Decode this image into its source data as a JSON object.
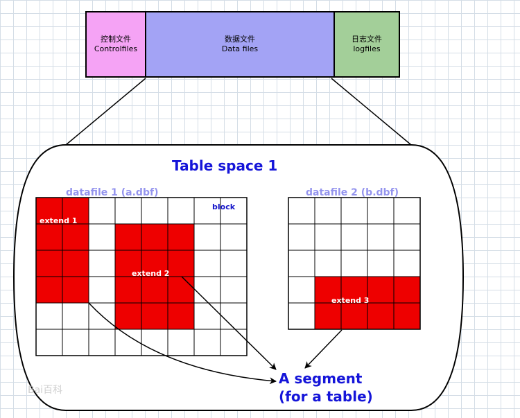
{
  "top_bar": {
    "control": {
      "zh": "控制文件",
      "en": "Controlfiles"
    },
    "data": {
      "zh": "数据文件",
      "en": "Data files"
    },
    "log": {
      "zh": "日志文件",
      "en": "logfiles"
    }
  },
  "tablespace": {
    "title": "Table space 1"
  },
  "datafile1": {
    "label": "datafile 1 (a.dbf)",
    "block_label": "block",
    "extend1_label": "extend 1",
    "extend2_label": "extend 2"
  },
  "datafile2": {
    "label": "datafile 2 (b.dbf)",
    "extend3_label": "extend 3"
  },
  "segment": {
    "line1": "A segment",
    "line2": "(for a table)"
  },
  "watermark": "Bai百科",
  "colors": {
    "control": "#f5a3f5",
    "data": "#a3a3f5",
    "log": "#a3cf99",
    "extent_fill": "#ee0000",
    "title_blue": "#1515d9",
    "datafile_label": "#9494ee"
  }
}
